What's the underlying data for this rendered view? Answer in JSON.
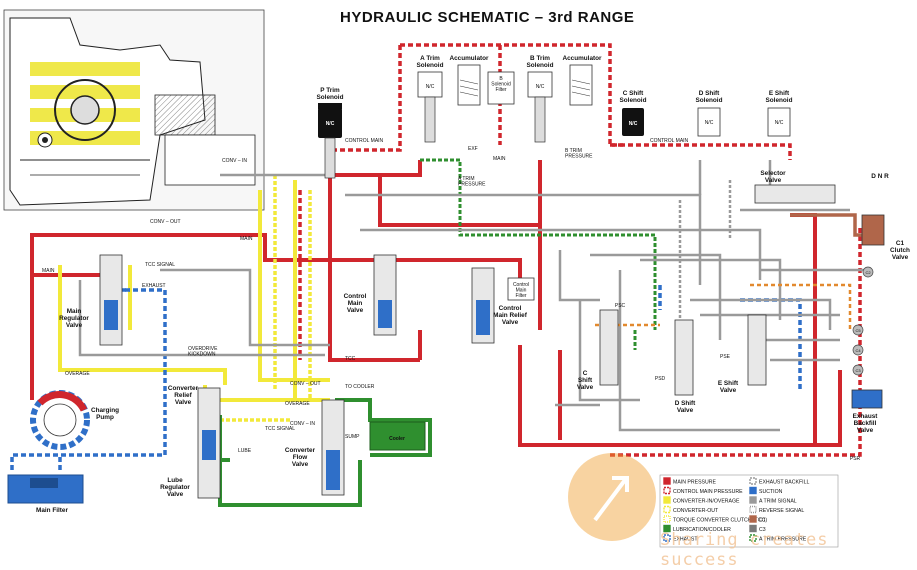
{
  "title": "HYDRAULIC SCHEMATIC – 3rd RANGE",
  "colors": {
    "main_pressure": "#d0262d",
    "control_main": "#d0262d",
    "converter_in": "#f2e93a",
    "converter_out": "#f2e93a",
    "lube": "#2f8f2f",
    "exhaust": "#2f6fc8",
    "suction": "#2f6fc8",
    "signal": "#9a9a9a",
    "c1": "#b0664a",
    "body_yellow": "#efe84a"
  },
  "components": {
    "p_trim": "P Trim\nSolenoid",
    "a_trim": "A Trim\nSolenoid",
    "accumulator": "Accumulator",
    "b_solenoid_filter": "B\nSolenoid\nFilter",
    "b_trim": "B Trim\nSolenoid",
    "accumulator2": "Accumulator",
    "c_shift": "C Shift\nSolenoid",
    "d_shift": "D Shift\nSolenoid",
    "e_shift": "E Shift\nSolenoid",
    "nc": "N/C",
    "selector_valve": "Selector\nValve",
    "dnr": "D  N  R",
    "c1_clutch": "C1\nClutch\nValve",
    "control_main_valve": "Control\nMain\nValve",
    "control_main_relief": "Control\nMain Relief\nValve",
    "control_main_filter": "Control\nMain\nFilter",
    "main_regulator": "Main\nRegulator\nValve",
    "charging_pump": "Charging\nPump",
    "converter_relief": "Converter\nRelief\nValve",
    "converter_flow": "Converter\nFlow\nValve",
    "lube_regulator": "Lube\nRegulator\nValve",
    "main_filter": "Main Filter",
    "c_shift_valve": "C\nShift\nValve",
    "d_shift_valve": "D Shift\nValve",
    "e_shift_valve": "E Shift\nValve",
    "exhaust_backfill": "Exhaust\nBackfill\nValve",
    "cooler": "Cooler",
    "psc": "PSC",
    "psd": "PSD",
    "pse": "PSE",
    "psr": "PSR"
  },
  "line_labels": {
    "conv_in": "CONV – IN",
    "conv_out": "CONV – OUT",
    "main": "MAIN",
    "tcc_signal": "TCC SIGNAL",
    "exhaust": "EXHAUST",
    "overdrive": "OVERDRIVE\nKICKDOWN",
    "overage": "OVERAGE",
    "control_main": "CONTROL MAIN",
    "exf": "EXF",
    "a_trim_pressure": "A TRIM\nPRESSURE",
    "b_trim_pressure": "B TRIM\nPRESSURE",
    "tcc": "TCC",
    "to_cooler": "TO COOLER",
    "lube": "LUBE",
    "sump": "SUMP"
  },
  "clutch_tags": [
    "C1",
    "C2",
    "C3",
    "C4",
    "C5"
  ],
  "legend": [
    {
      "label": "MAIN PRESSURE",
      "color": "#d0262d",
      "style": "solid"
    },
    {
      "label": "CONTROL MAIN PRESSURE",
      "color": "#d0262d",
      "style": "dashed"
    },
    {
      "label": "CONVERTER-IN/OVERAGE",
      "color": "#f2e93a",
      "style": "solid"
    },
    {
      "label": "CONVERTER-OUT",
      "color": "#f2e93a",
      "style": "dashed"
    },
    {
      "label": "TORQUE CONVERTER CLUTCH (TCC)",
      "color": "#f2e93a",
      "style": "dotted"
    },
    {
      "label": "LUBRICATION/COOLER",
      "color": "#2f8f2f",
      "style": "solid"
    },
    {
      "label": "EXHAUST",
      "color": "#2f6fc8",
      "style": "dashed"
    },
    {
      "label": "EXHAUST BACKFILL",
      "color": "#9a9a9a",
      "style": "dashed"
    },
    {
      "label": "SUCTION",
      "color": "#2f6fc8",
      "style": "solid"
    },
    {
      "label": "A TRIM SIGNAL",
      "color": "#9a9a9a",
      "style": "solid"
    },
    {
      "label": "REVERSE SIGNAL",
      "color": "#9a9a9a",
      "style": "dotted"
    },
    {
      "label": "C1",
      "color": "#b0664a",
      "style": "solid"
    },
    {
      "label": "C3",
      "color": "#7a7a7a",
      "style": "solid"
    },
    {
      "label": "A TRIM PRESSURE",
      "color": "#2f8f2f",
      "style": "dashed"
    }
  ],
  "watermark": "Sharing creates success"
}
